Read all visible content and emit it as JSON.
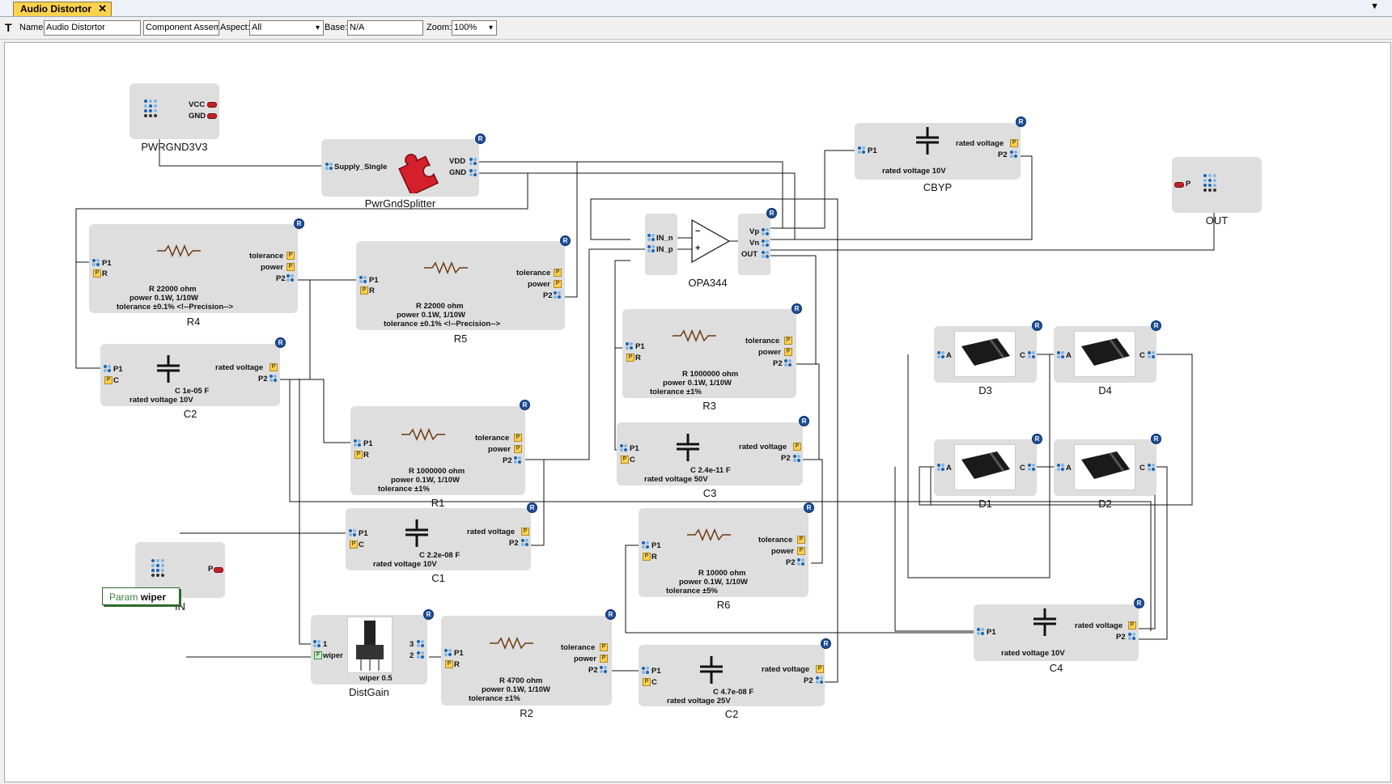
{
  "tab": {
    "title": "Audio Distortor",
    "close": "✕"
  },
  "toolbar": {
    "name_label": "Name:",
    "name_value": "Audio Distortor",
    "type_value": "Component Assembl",
    "aspect_label": "Aspect:",
    "aspect_value": "All",
    "base_label": "Base:",
    "base_value": "N/A",
    "zoom_label": "Zoom:",
    "zoom_value": "100%"
  },
  "colors": {
    "tab": "#ffd24d",
    "box": "#dedede",
    "wire": "#111111",
    "r_badge": "#1d4f9a"
  },
  "components": {
    "pwrgnd": {
      "caption": "PWRGND3V3",
      "vcc": "VCC",
      "gnd": "GND"
    },
    "splitter": {
      "caption": "PwrGndSplitter",
      "in": "Supply_Single",
      "vdd": "VDD",
      "gnd": "GND"
    },
    "r4": {
      "caption": "R4",
      "l1": "R 22000 ohm",
      "l2": "power 0.1W, 1/10W",
      "l3": "tolerance ±0.1% <!--Precision-->"
    },
    "r5": {
      "caption": "R5",
      "l1": "R 22000 ohm",
      "l2": "power 0.1W, 1/10W",
      "l3": "tolerance ±0.1% <!--Precision-->"
    },
    "c2a": {
      "caption": "C2",
      "l1": "C 1e-05 F",
      "l2": "rated voltage 10V"
    },
    "r1": {
      "caption": "R1",
      "l1": "R 1000000 ohm",
      "l2": "power 0.1W, 1/10W",
      "l3": "tolerance ±1%"
    },
    "c1": {
      "caption": "C1",
      "l1": "C 2.2e-08 F",
      "l2": "rated voltage 10V"
    },
    "in": {
      "caption": "IN",
      "p": "P"
    },
    "distgain": {
      "caption": "DistGain",
      "wiper_val": "wiper 0.5",
      "pin1": "1",
      "wiper": "wiper",
      "pin3": "3",
      "pin2": "2"
    },
    "param": {
      "key": "Param",
      "value": "wiper"
    },
    "r2": {
      "caption": "R2",
      "l1": "R 4700 ohm",
      "l2": "power 0.1W, 1/10W",
      "l3": "tolerance ±1%"
    },
    "opa": {
      "caption": "OPA344",
      "in_n": "IN_n",
      "in_p": "IN_p",
      "vp": "Vp",
      "vn": "Vn",
      "out": "OUT",
      "minus": "−",
      "plus": "+"
    },
    "r3": {
      "caption": "R3",
      "l1": "R 1000000 ohm",
      "l2": "power 0.1W, 1/10W",
      "l3": "tolerance ±1%"
    },
    "c3": {
      "caption": "C3",
      "l1": "C 2.4e-11 F",
      "l2": "rated voltage 50V"
    },
    "r6": {
      "caption": "R6",
      "l1": "R 10000 ohm",
      "l2": "power 0.1W, 1/10W",
      "l3": "tolerance ±5%"
    },
    "c2b": {
      "caption": "C2",
      "l1": "C 4.7e-08 F",
      "l2": "rated voltage 25V"
    },
    "cbyp": {
      "caption": "CBYP",
      "l1": "rated voltage 10V"
    },
    "out": {
      "caption": "OUT",
      "p": "P"
    },
    "d3": {
      "caption": "D3"
    },
    "d4": {
      "caption": "D4"
    },
    "d1": {
      "caption": "D1"
    },
    "d2": {
      "caption": "D2"
    },
    "c4": {
      "caption": "C4",
      "l1": "rated voltage 10V"
    }
  },
  "labels": {
    "p1": "P1",
    "p2": "P2",
    "r": "R",
    "c": "C",
    "a": "A",
    "p": "P",
    "tolerance": "tolerance",
    "power": "power",
    "rated_voltage": "rated voltage",
    "badge_p": "P",
    "badge_f": "F",
    "reg": "R"
  }
}
